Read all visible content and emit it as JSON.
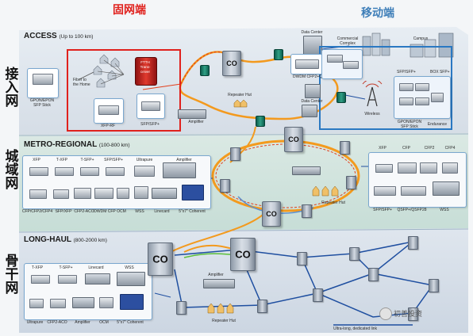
{
  "headers": {
    "fixed": {
      "text": "固网端",
      "color": "#e0211d"
    },
    "mobile": {
      "text": "移动端",
      "color": "#3f7fb9"
    }
  },
  "side_labels": [
    {
      "id": "access",
      "text": "接入网"
    },
    {
      "id": "metro",
      "text": "城域网"
    },
    {
      "id": "backbone",
      "text": "骨干网"
    }
  ],
  "bands": {
    "access": {
      "title": "ACCESS",
      "range": "(Up to 100 km)"
    },
    "metro": {
      "title": "METRO-REGIONAL",
      "range": "(100-800 km)"
    },
    "longhaul": {
      "title": "LONG-HAUL",
      "range": "(800-2000 km)"
    }
  },
  "co_label": "CO",
  "access_labels": {
    "gpon_stick": "GPON/EPON\nSFP Stick",
    "fiber_home": "Fiber to\nthe Home",
    "ftth": "FTTH\nTrans-\nceiver",
    "xfp_left": "XFP-RF",
    "sfp_left": "SFP/SFP+",
    "amplifier": "Amplifier",
    "repeater": "Repeater Hut",
    "data_center_top": "Data Center",
    "commercial": "Commercial\nComplex",
    "campus": "Campus",
    "dwdm": "DWDM CFP2+QSFP28",
    "data_center_mid": "Data Center",
    "sfp_right": "SFP/SFP+",
    "box": "BOX SFP+",
    "gpon_right": "GPON/EPON\nSFP Stick",
    "endurance": "Endurance",
    "wireless": "Wireless"
  },
  "metro_labels": {
    "top_left": [
      "XFP",
      "T-XFP",
      "T-SFP+",
      "SFP/SFP+",
      "Ultrapure",
      "Amplifier"
    ],
    "bottom_left": [
      "CFP/CFP2/CFP4",
      "SFP/XFP",
      "CFP2-ACO",
      "DWDM CFP",
      "OCM",
      "WSS",
      "Linecard",
      "5\"x7\" Coherent"
    ],
    "top_right": [
      "XFP",
      "CFP",
      "CFP2",
      "CFP4"
    ],
    "bottom_right": [
      "SFP/SFP+",
      "QSFP+/QSFP28",
      "WSS"
    ],
    "repeater": "Repeater Hut"
  },
  "longhaul_labels": {
    "top": [
      "T-XFP",
      "T-SFP+",
      "Linecard",
      "WSS"
    ],
    "bottom": [
      "Ultrapure",
      "CFP2-ACO",
      "Amplifier",
      "OCM",
      "5\"x7\" Coherent"
    ],
    "amplifier": "Amplifier",
    "repeater": "Repeater Hut",
    "ultra_long": "Ultra-long, dedicated link"
  },
  "watermark": "初善投资",
  "colors": {
    "fixed_box": "#e0211d",
    "mobile_box": "#2a78c2",
    "fiber_orange": "#f39a1e",
    "fiber_red": "#e2411c",
    "link_blue": "#1f4fa0",
    "band_teal": "#cfe6e2",
    "band_blue": "#dbe6f4"
  },
  "icons": [
    "co-building-icon",
    "network-node-icon",
    "amplifier-icon",
    "transceiver-icon",
    "data-center-icon",
    "campus-icon",
    "wireless-tower-icon",
    "home-icon"
  ]
}
